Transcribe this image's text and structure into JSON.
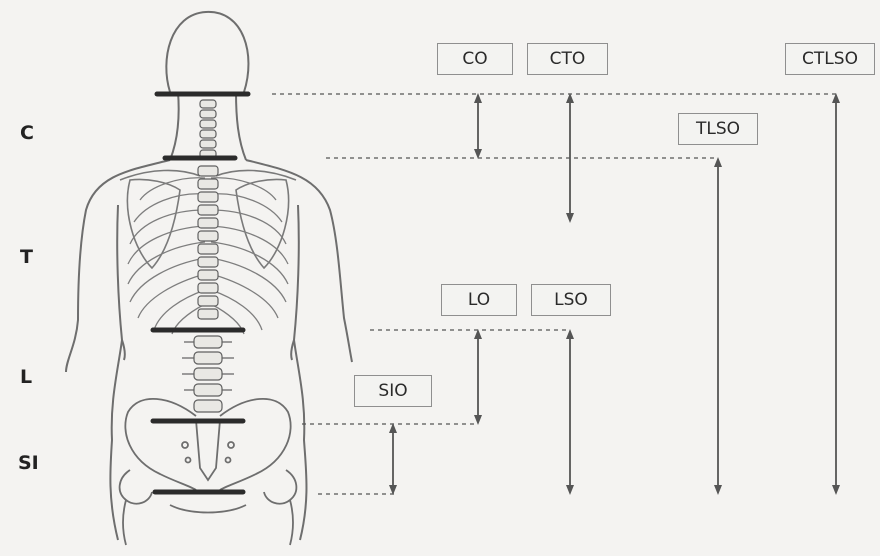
{
  "regions": {
    "c": "C",
    "t": "T",
    "l": "L",
    "si": "SI"
  },
  "orthoses": {
    "co": "CO",
    "cto": "CTO",
    "ctlso": "CTLSO",
    "tlso": "TLSO",
    "lo": "LO",
    "lso": "LSO",
    "sio": "SIO"
  },
  "colors": {
    "line": "#555555",
    "bar": "#2b2b2b",
    "anatomy": "#6e6e6e",
    "box_border": "#8f8f8f",
    "background": "#f4f3f1"
  }
}
